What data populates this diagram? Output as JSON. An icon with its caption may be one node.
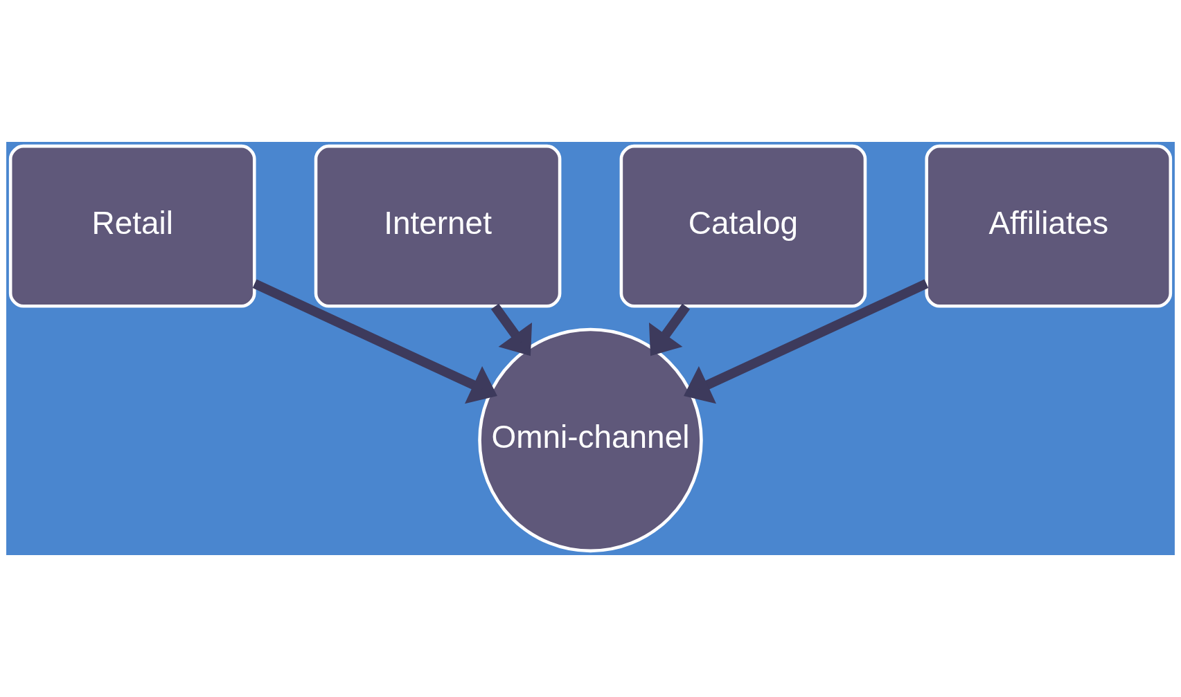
{
  "diagram": {
    "nodes": [
      {
        "text": [
          "Retail"
        ]
      },
      {
        "text": [
          "Internet"
        ]
      },
      {
        "text": [
          "Catalog"
        ]
      },
      {
        "text": [
          "Affiliates"
        ]
      },
      {
        "text": [
          "Omni-channel"
        ]
      }
    ],
    "edges": [
      {
        "from": 0,
        "to": 4,
        "arrow": "to"
      },
      {
        "from": 1,
        "to": 4,
        "arrow": "to"
      },
      {
        "from": 2,
        "to": 4,
        "arrow": "to"
      },
      {
        "from": 3,
        "to": 4,
        "arrow": "to"
      }
    ]
  }
}
